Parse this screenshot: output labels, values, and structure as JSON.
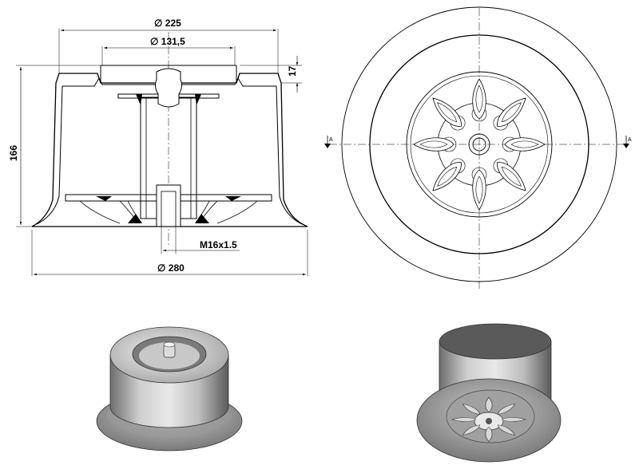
{
  "drawing": {
    "section_view": {
      "dimensions": {
        "top_diameter": "∅ 225",
        "inner_diameter": "∅ 131,5",
        "rim_height": "17",
        "total_height": "166",
        "thread": "M16x1.5",
        "base_diameter": "∅ 280"
      }
    },
    "plan_view": {
      "section_marker_left": "A",
      "section_marker_right": "A",
      "cup_count": 8
    },
    "render_views": [
      "iso-top",
      "iso-bottom"
    ]
  }
}
